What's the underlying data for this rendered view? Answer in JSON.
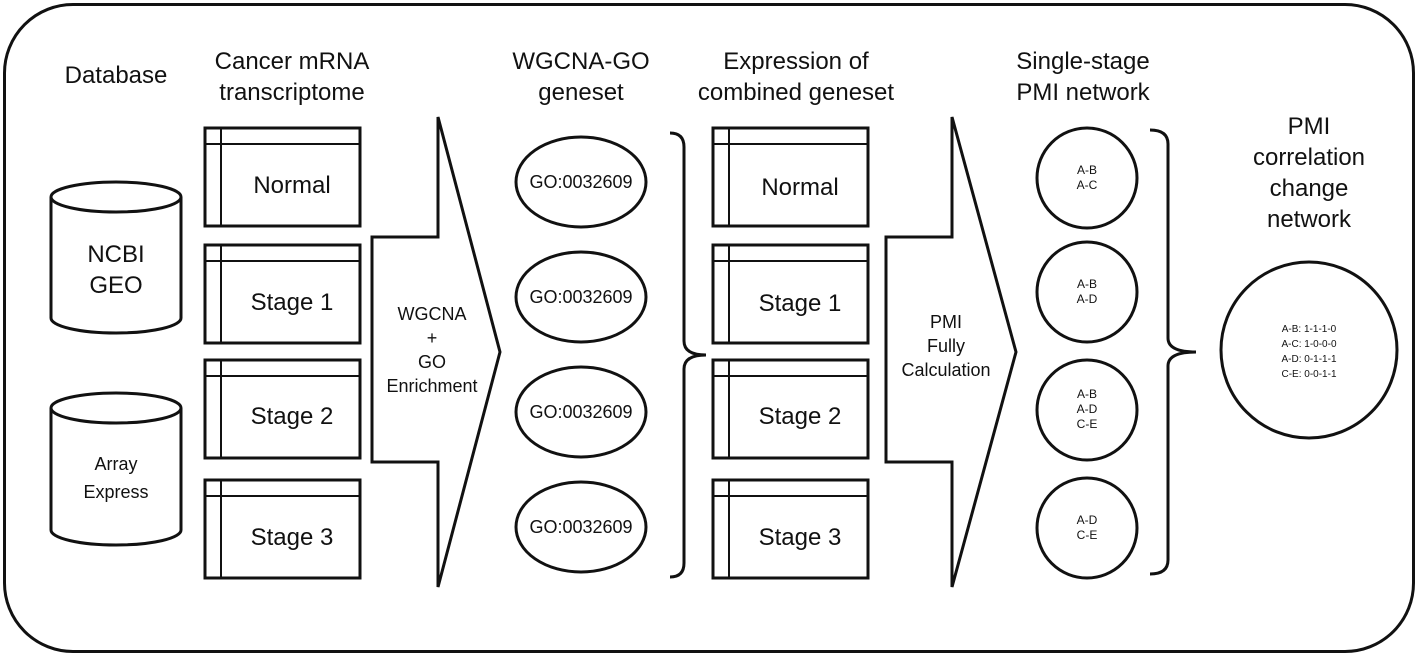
{
  "headers": {
    "database": "Database",
    "transcriptome_line1": "Cancer mRNA",
    "transcriptome_line2": "transcriptome",
    "wgcna_line1": "WGCNA-GO",
    "wgcna_line2": "geneset",
    "expression_line1": "Expression of",
    "expression_line2": "combined geneset",
    "single_line1": "Single-stage",
    "single_line2": "PMI network",
    "pmi_corr_line1": "PMI",
    "pmi_corr_line2": "correlation",
    "pmi_corr_line3": "change",
    "pmi_corr_line4": "network"
  },
  "databases": [
    {
      "line1": "NCBI",
      "line2": "GEO"
    },
    {
      "line1": "Array",
      "line2": "Express"
    }
  ],
  "stages": [
    "Normal",
    "Stage 1",
    "Stage 2",
    "Stage 3"
  ],
  "arrow1": {
    "line1": "WGCNA",
    "line2": "+",
    "line3": "GO",
    "line4": "Enrichment"
  },
  "go_terms": [
    "GO:0032609",
    "GO:0032609",
    "GO:0032609",
    "GO:0032609"
  ],
  "arrow2": {
    "line1": "PMI",
    "line2": "Fully",
    "line3": "Calculation"
  },
  "single_stage_nodes": [
    [
      "A-B",
      "A-C"
    ],
    [
      "A-B",
      "A-D"
    ],
    [
      "A-B",
      "A-D",
      "C-E"
    ],
    [
      "A-D",
      "C-E"
    ]
  ],
  "correlation_lines": [
    "A-B: 1-1-1-0",
    "A-C: 1-0-0-0",
    "A-D: 0-1-1-1",
    "C-E: 0-0-1-1"
  ]
}
